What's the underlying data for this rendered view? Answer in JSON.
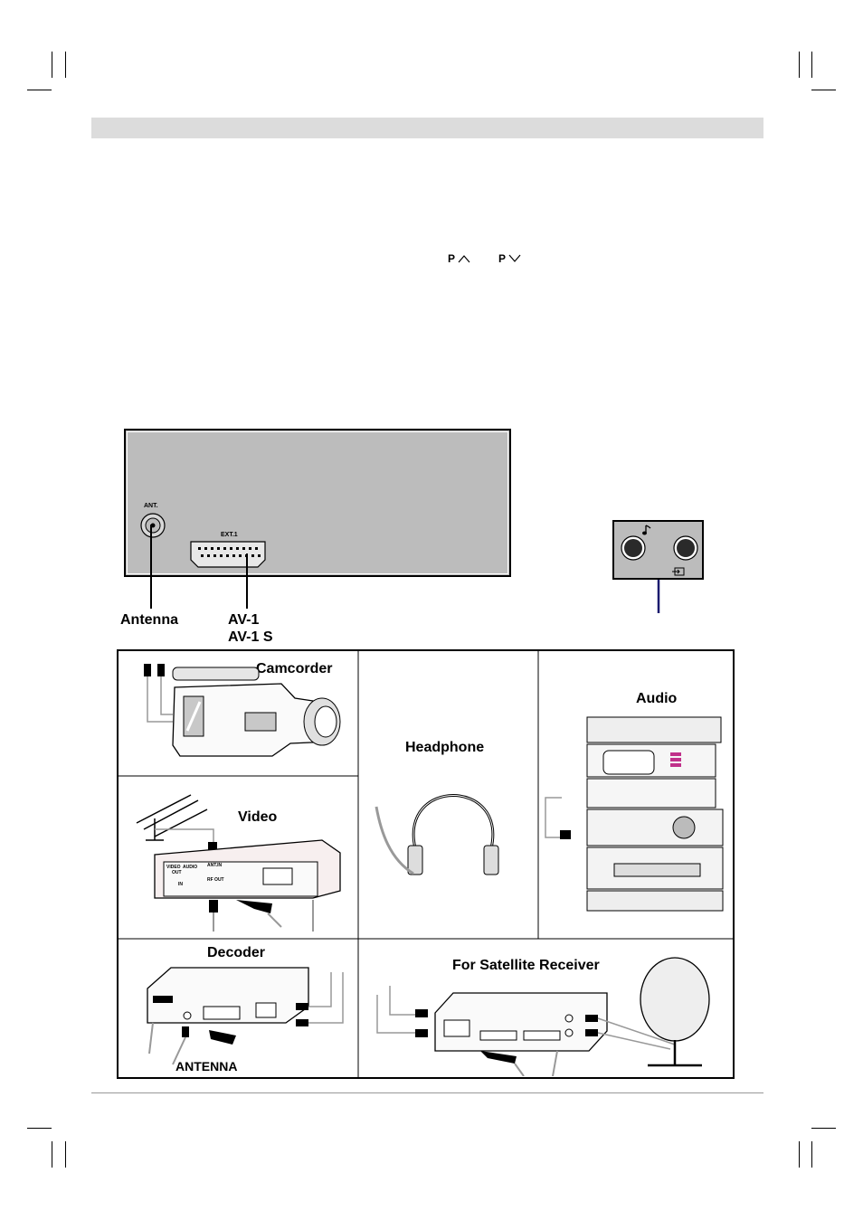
{
  "channel_keys": {
    "up": "P",
    "down": "P"
  },
  "rear_panel": {
    "ant_label": "ANT.",
    "ext_label": "EXT.1"
  },
  "connector_labels": {
    "antenna": "Antenna",
    "av1": "AV-1",
    "av1s": "AV-1 S"
  },
  "devices": {
    "camcorder": "Camcorder",
    "headphone": "Headphone",
    "audio": "Audio",
    "video": "Video",
    "decoder": "Decoder",
    "satellite": "For Satellite Receiver",
    "antenna_caption": "ANTENNA"
  },
  "vcr_jack_labels": {
    "video": "VIDEO",
    "audio": "AUDIO",
    "out": "OUT",
    "in": "IN",
    "ant_in": "ANT.IN",
    "rf_out": "RF OUT"
  }
}
